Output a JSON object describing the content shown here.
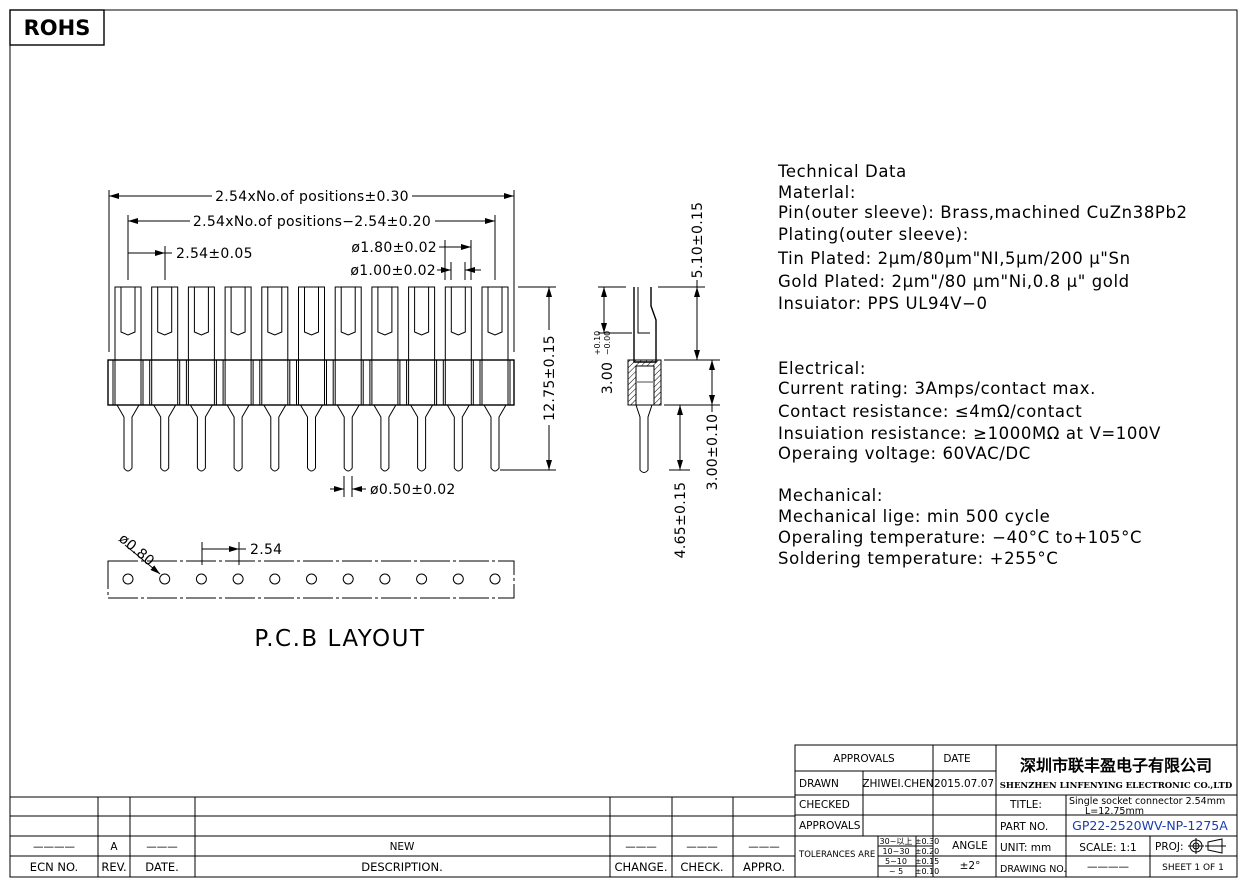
{
  "rohs": "ROHS",
  "front_view": {
    "dim_total": "2.54xNo.of  positions±0.30",
    "dim_inner": "2.54xNo.of  positions−2.54±0.20",
    "dim_pitch": "2.54±0.05",
    "dim_outer_dia": "ø1.80±0.02",
    "dim_inner_dia": "ø1.00±0.02",
    "dim_height": "12.75±0.15",
    "dim_pin_dia": "ø0.50±0.02",
    "pin_count": 11
  },
  "side_view": {
    "dim_top": "5.10±0.15",
    "dim_socket": "3.00",
    "dim_socket_tol_upper": "+0.10",
    "dim_socket_tol_lower": "−0.00",
    "dim_body": "3.00±0.10",
    "dim_tail": "4.65±0.15"
  },
  "pcb": {
    "dim_hole": "ø0.80",
    "dim_pitch": "2.54",
    "title": "P.C.B  LAYOUT"
  },
  "tech": [
    "Technical  Data",
    "Materlal:",
    "Pin(outer  sleeve): Brass,machined  CuZn38Pb2",
    "Plating(outer  sleeve):",
    "Tin  Plated: 2µm/80µm\"NI,5µm/200 µ\"Sn",
    "Gold  Plated: 2µm\"/80 µm\"Ni,0.8 µ\"  gold",
    "Insuiator: PPS  UL94V−0",
    "Electrical:",
    "Current  rating: 3Amps/contact  max.",
    "Contact  resistance: ≤4mΩ/contact",
    "Insuiation  resistance: ≥1000MΩ  at  V=100V",
    "Operaing  voltage: 60VAC/DC",
    "Mechanical:",
    "Mechanical  lige: min  500  cycle",
    "Operaling  temperature: −40°C    to+105°C",
    "Soldering  temperature: +255°C"
  ],
  "title_block": {
    "approvals_header": "APPROVALS",
    "date_header": "DATE",
    "drawn_label": "DRAWN",
    "drawn_by": "ZHIWEI.CHEN",
    "drawn_date": "2015.07.07",
    "checked_label": "CHECKED",
    "approvals_label": "APPROVALS",
    "company_cn": "深圳市联丰盈电子有限公司",
    "company_en": "SHENZHEN LINFENYING ELECTRONIC CO.,LTD",
    "title_label": "TITLE:",
    "title_line1": "Single socket connector 2.54mm",
    "title_line2": "L=12.75mm",
    "part_no_label": "PART  NO.",
    "part_no": "GP22-2520WV-NP-1275A",
    "tolerances_label": "TOLERANCES  ARE",
    "tolerances": [
      {
        "range": "30~以上",
        "tol": "±0.30"
      },
      {
        "range": "10~30",
        "tol": "±0.20"
      },
      {
        "range": "5~10",
        "tol": "±0.15"
      },
      {
        "range": "~ 5",
        "tol": "±0.10"
      }
    ],
    "angle_label": "ANGLE",
    "angle_tol": "±2°",
    "unit": "UNIT:  mm",
    "scale": "SCALE:    1:1",
    "proj": "PROJ:",
    "drawing_no_label": "DRAWING  NO.",
    "drawing_no": "————",
    "sheet": "SHEET    1  OF  1"
  },
  "revision_table": {
    "headers": [
      "ECN  NO.",
      "REV.",
      "DATE.",
      "DESCRIPTION.",
      "CHANGE.",
      "CHECK.",
      "APPRO."
    ],
    "row": [
      "————",
      "A",
      "———",
      "NEW",
      "———",
      "———",
      "———"
    ]
  }
}
